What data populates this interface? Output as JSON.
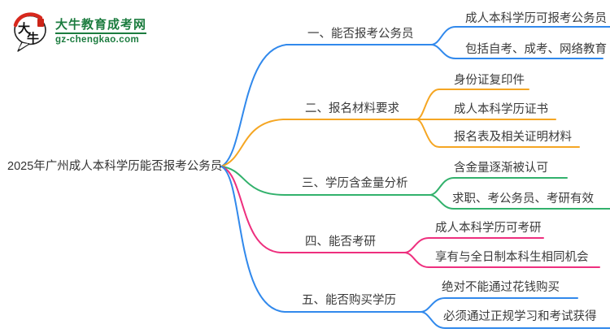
{
  "logo": {
    "site_name": "大牛教育成考网",
    "site_url": "gz-chengkao.com",
    "mark_chars": [
      "大",
      "牛"
    ],
    "brand_green": "#1c7c3f",
    "accent_red": "#d7281d"
  },
  "center": {
    "title": "2025年广州成人本科学历能否报考公务员"
  },
  "branches": [
    {
      "label": "一、能否报考公务员",
      "color": "#3189ec",
      "children": [
        "成人本科学历可报考公务员",
        "包括自考、成考、网络教育"
      ]
    },
    {
      "label": "二、报名材料要求",
      "color": "#f5a623",
      "children": [
        "身份证复印件",
        "成人本科学历证书",
        "报名表及相关证明材料"
      ]
    },
    {
      "label": "三、学历含金量分析",
      "color": "#32b16c",
      "children": [
        "含金量逐渐被认可",
        "求职、考公务员、考研有效"
      ]
    },
    {
      "label": "四、能否考研",
      "color": "#ee2f7e",
      "children": [
        "成人本科学历可考研",
        "享有与全日制本科生相同机会"
      ]
    },
    {
      "label": "五、能否购买学历",
      "color": "#3189ec",
      "children": [
        "绝对不能通过花钱购买",
        "必须通过正规学习和考试获得"
      ]
    }
  ]
}
